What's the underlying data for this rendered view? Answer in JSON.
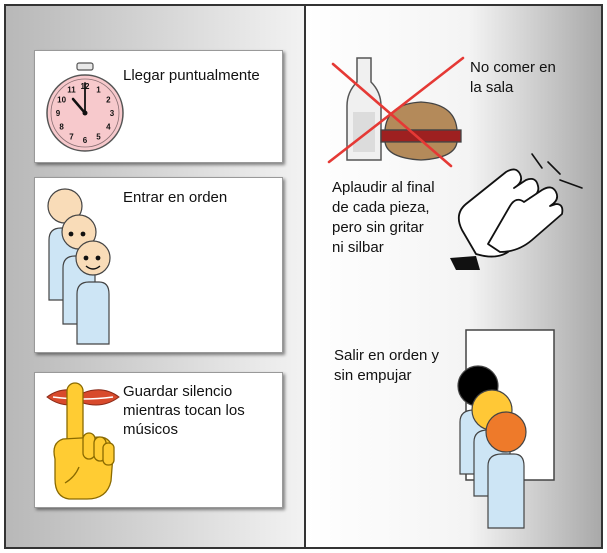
{
  "left_cards": [
    {
      "label": "Llegar puntualmente"
    },
    {
      "label": "Entrar en orden"
    },
    {
      "label": "Guardar silencio\nmientras tocan los\nmúsicos"
    }
  ],
  "right_rules": [
    {
      "label": "No comer en\nla sala"
    },
    {
      "label": "Aplaudir al final\nde cada pieza,\npero sin gritar\nni silbar"
    },
    {
      "label": "Salir en orden y\nsin empujar"
    }
  ],
  "clock_numbers": [
    "12",
    "1",
    "2",
    "3",
    "4",
    "5",
    "6",
    "7",
    "8",
    "9",
    "10",
    "11"
  ],
  "colors": {
    "clock_face": "#f7c9cc",
    "skin": "#f9dcb8",
    "body_blue": "#cde5f5",
    "finger_yellow": "#ffcc33",
    "lips_red": "#d84a2c",
    "cross_red": "#e53935",
    "burger_bun": "#b48a5a",
    "head_black": "#000000",
    "head_yellow": "#ffc836",
    "head_orange": "#ee7a2a"
  }
}
